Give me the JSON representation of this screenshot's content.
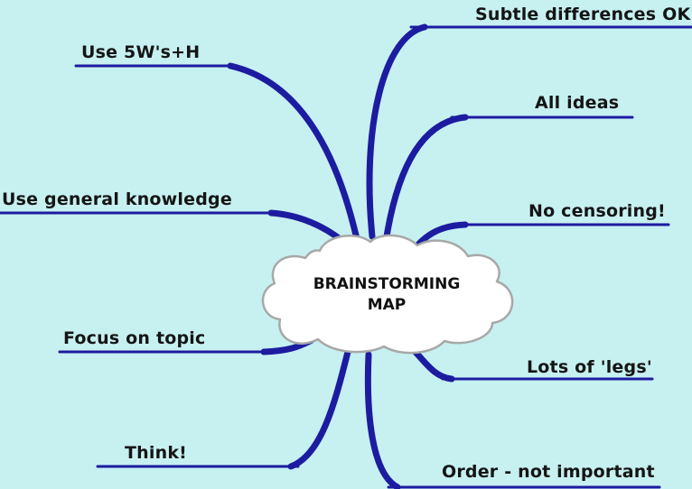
{
  "center": {
    "line1": "BRAINSTORMING",
    "line2": "MAP"
  },
  "branches": {
    "subtle": "Subtle differences OK!",
    "use5w": "Use 5W's+H",
    "allideas": "All ideas",
    "general": "Use general knowledge",
    "nocensor": "No censoring!",
    "focus": "Focus on topic",
    "legs": "Lots of 'legs'",
    "think": "Think!",
    "order": "Order - not important"
  },
  "colors": {
    "background": "#c7f0f1",
    "branch": "#1c1ca0",
    "cloud_fill": "#ffffff",
    "cloud_outline": "#a9a9a9"
  }
}
